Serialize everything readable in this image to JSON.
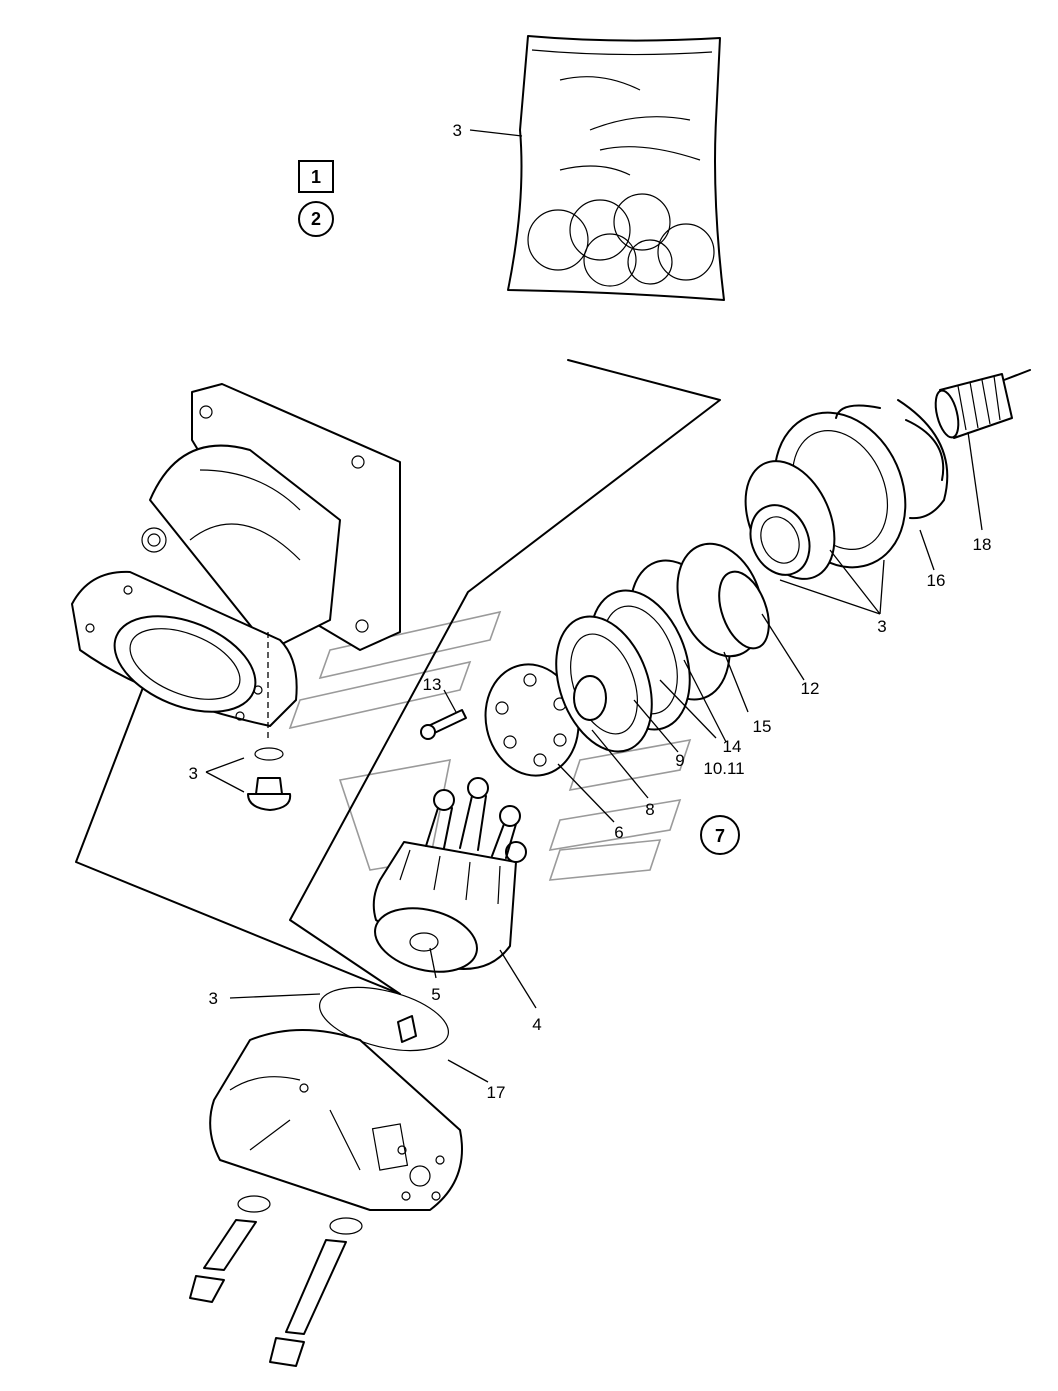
{
  "refs": {
    "box": "1",
    "circle_a": "2",
    "circle_b": "7"
  },
  "labels": {
    "l3_bag": "3",
    "l3_plug": "3",
    "l3_ring": "3",
    "l3_bearing": "3",
    "l4": "4",
    "l5": "5",
    "l6": "6",
    "l8": "8",
    "l9": "9",
    "l10_11": "10.11",
    "l12": "12",
    "l13": "13",
    "l14": "14",
    "l15": "15",
    "l16": "16",
    "l17": "17",
    "l18": "18"
  }
}
